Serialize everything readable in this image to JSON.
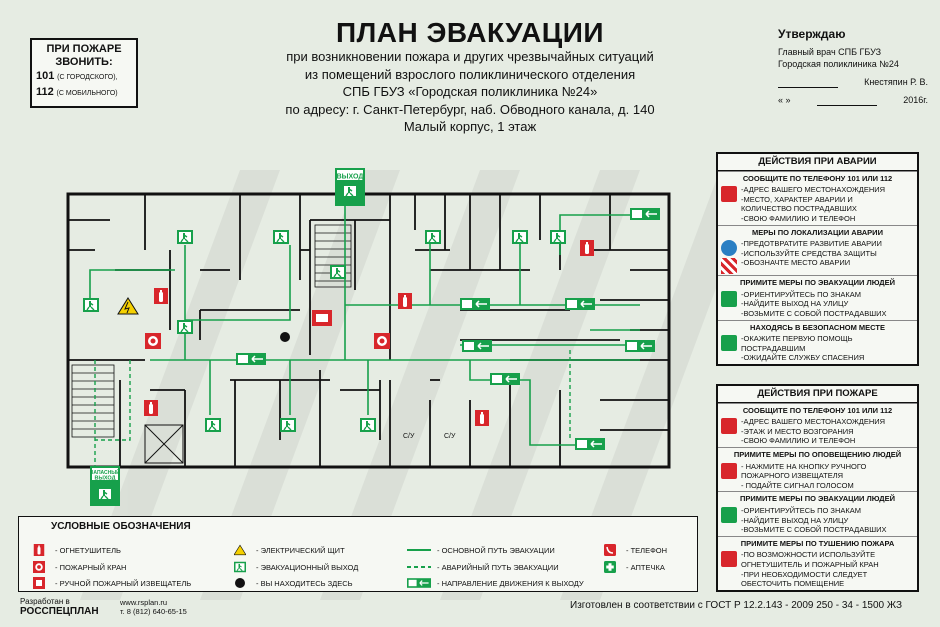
{
  "fire_call": {
    "heading_1": "ПРИ ПОЖАРЕ",
    "heading_2": "ЗВОНИТЬ:",
    "line1_num": "101",
    "line1_note": "(С ГОРОДСКОГО),",
    "line2_num": "112",
    "line2_note": "(С МОБИЛЬНОГО)"
  },
  "title": {
    "main": "ПЛАН ЭВАКУАЦИИ",
    "lines": [
      "при возникновении пожара и других чрезвычайных ситуаций",
      "из помещений взрослого поликлинического отделения",
      "СПБ ГБУЗ «Городская поликлиника №24»",
      "по адресу: г. Санкт-Петербург, наб. Обводного канала, д. 140",
      "Малый корпус, 1 этаж"
    ]
  },
  "approval": {
    "heading": "Утверждаю",
    "line1": "Главный врач СПБ ГБУЗ",
    "line2": "Городская поликлиника №24",
    "signer": "Кнестяпин Р. В.",
    "date_left": "«       »",
    "date_right": "2016г."
  },
  "plan": {
    "exit_label": "ВЫХОД",
    "spare_exit_label_1": "ЗАПАСНЫЙ",
    "spare_exit_label_2": "ВЫХОД",
    "wc_1": "С/У",
    "wc_2": "С/У"
  },
  "accident_panel": {
    "title": "ДЕЙСТВИЯ ПРИ АВАРИИ",
    "sections": [
      {
        "heading": "СООБЩИТЕ ПО ТЕЛЕФОНУ  101 ИЛИ 112",
        "icon": "phone-icon",
        "lines": [
          "-АДРЕС ВАШЕГО МЕСТОНАХОЖДЕНИЯ",
          "-МЕСТО, ХАРАКТЕР АВАРИИ И",
          "КОЛИЧЕСТВО ПОСТРАДАВШИХ",
          "-СВОЮ ФАМИЛИЮ И  ТЕЛЕФОН"
        ]
      },
      {
        "heading": "МЕРЫ ПО ЛОКАЛИЗАЦИИ АВАРИИ",
        "icon": "protection-icon",
        "lines": [
          "-ПРЕДОТВРАТИТЕ РАЗВИТИЕ АВАРИИ",
          "-ИСПОЛЬЗУЙТЕ СРЕДСТВА ЗАЩИТЫ",
          "-ОБОЗНАЧТЕ МЕСТО АВАРИИ"
        ]
      },
      {
        "heading": "ПРИМИТЕ МЕРЫ ПО ЭВАКУАЦИИ ЛЮДЕЙ",
        "icon": "evac-exit-icon",
        "lines": [
          "-ОРИЕНТИРУЙТЕСЬ ПО ЗНАКАМ",
          "-НАЙДИТЕ ВЫХОД НА УЛИЦУ",
          "-ВОЗЬМИТЕ С СОБОЙ ПОСТРАДАВШИХ"
        ]
      },
      {
        "heading": "НАХОДЯСЬ В БЕЗОПАСНОМ МЕСТЕ",
        "icon": "first-aid-icon",
        "lines": [
          "-ОКАЖИТЕ ПЕРВУЮ ПОМОЩЬ",
          "ПОСТРАДАВШИМ",
          "-ОЖИДАЙТЕ СЛУЖБУ СПАСЕНИЯ"
        ]
      }
    ]
  },
  "fire_panel": {
    "title": "ДЕЙСТВИЯ ПРИ ПОЖАРЕ",
    "sections": [
      {
        "heading": "СООБЩИТЕ ПО ТЕЛЕФОНУ  101 ИЛИ 112",
        "icon": "phone-icon",
        "lines": [
          "-АДРЕС ВАШЕГО МЕСТОНАХОЖДЕНИЯ",
          "-ЭТАЖ И МЕСТО ВОЗГОРАНИЯ",
          "-СВОЮ ФАМИЛИЮ И  ТЕЛЕФОН"
        ]
      },
      {
        "heading": "ПРИМИТЕ МЕРЫ ПО ОПОВЕЩЕНИЮ ЛЮДЕЙ",
        "icon": "alarm-button-icon",
        "lines": [
          "- НАЖМИТЕ НА КНОПКУ РУЧНОГО",
          "ПОЖАРНОГО ИЗВЕЩАТЕЛЯ",
          "- ПОДАЙТЕ СИГНАЛ ГОЛОСОМ"
        ]
      },
      {
        "heading": "ПРИМИТЕ МЕРЫ ПО ЭВАКУАЦИИ ЛЮДЕЙ",
        "icon": "evac-exit-icon",
        "lines": [
          "-ОРИЕНТИРУЙТЕСЬ ПО ЗНАКАМ",
          "-НАЙДИТЕ ВЫХОД НА УЛИЦУ",
          "-ВОЗЬМИТЕ С СОБОЙ ПОСТРАДАВШИХ"
        ]
      },
      {
        "heading": "ПРИМИТЕ МЕРЫ ПО ТУШЕНИЮ ПОЖАРА",
        "icon": "extinguisher-icon",
        "lines": [
          "-ПО ВОЗМОЖНОСТИ ИСПОЛЬЗУЙТЕ",
          "ОГНЕТУШИТЕЛЬ И ПОЖАРНЫЙ КРАН",
          "-ПРИ НЕОБХОДИМОСТИ СЛЕДУЕТ",
          "ОБЕСТОЧИТЬ ПОМЕЩЕНИЕ"
        ]
      }
    ]
  },
  "legend": {
    "title": "УСЛОВНЫЕ ОБОЗНАЧЕНИЯ",
    "items": [
      "- ОГНЕТУШИТЕЛЬ",
      "- ПОЖАРНЫЙ КРАН",
      "- РУЧНОЙ ПОЖАРНЫЙ ИЗВЕЩАТЕЛЬ",
      "- ЭЛЕКТРИЧЕСКИЙ ЩИТ",
      "- ЭВАКУАЦИОННЫЙ ВЫХОД",
      "- ВЫ НАХОДИТЕСЬ ЗДЕСЬ",
      "- ОСНОВНОЙ ПУТЬ ЭВАКУАЦИИ",
      "- АВАРИЙНЫЙ ПУТЬ ЭВАКУАЦИИ",
      "- НАПРАВЛЕНИЕ ДВИЖЕНИЯ К ВЫХОДУ",
      "- ТЕЛЕФОН",
      "- АПТЕЧКА"
    ]
  },
  "footer": {
    "developed_by": "Разработан в",
    "company": "РОССПЕЦПЛАН",
    "site": "www.rsplan.ru",
    "phone": "т. 8 (812) 640-65-15",
    "standard": "Изготовлен в соответствии с ГОСТ Р 12.2.143 - 2009 250 - 34 - 1500 ЖЗ"
  },
  "colors": {
    "green": "#17a04b",
    "red": "#d8262b",
    "wall": "#111111"
  }
}
